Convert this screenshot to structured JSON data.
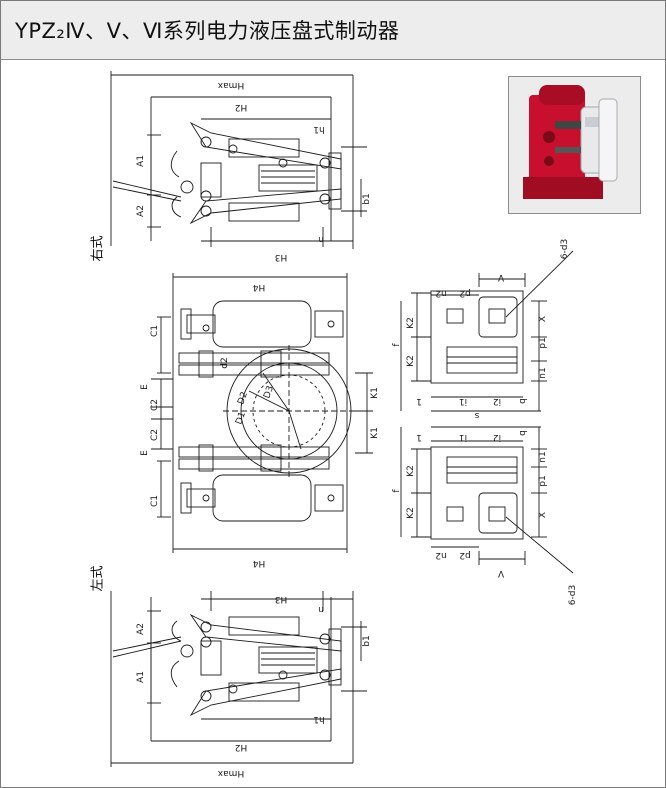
{
  "title": "YPZ₂Ⅳ、Ⅴ、Ⅵ系列电力液压盘式制动器",
  "side_labels": {
    "top": "右式",
    "bottom": "左式"
  },
  "top_view_dims": {
    "hmax": "Hmax",
    "h2": "H2",
    "h1": "h1",
    "a1": "A1",
    "a2": "A2",
    "b1": "b1",
    "n": "n",
    "h3": "H3"
  },
  "middle_view_dims": {
    "h4_top": "H4",
    "h4_bottom": "H4",
    "c1_top": "C1",
    "c1_bottom": "C1",
    "c2_top": "C2",
    "c2_bottom": "C2",
    "e_top": "E",
    "e_bottom": "E",
    "d1": "D1",
    "d2": "D2",
    "d3": "D3",
    "k1_top": "K1",
    "k1_bottom": "K1",
    "d2_small": "d2"
  },
  "bottom_view_dims": {
    "h3": "H3",
    "n": "n",
    "a2": "A2",
    "a1": "A1",
    "b1": "b1",
    "h1": "h1",
    "h2": "H2",
    "hmax": "Hmax"
  },
  "base_dims": {
    "top": {
      "v": "V",
      "n2": "n2",
      "p2": "p2",
      "x": "X",
      "k2a": "K2",
      "k2b": "K2",
      "p1": "p1",
      "f": "f",
      "n1": "n1",
      "i1": "i1",
      "i2": "i2",
      "q": "q",
      "one": "1",
      "s": "s",
      "d3": "6-d3"
    },
    "bottom": {
      "one": "1",
      "i1": "i1",
      "i2": "i2",
      "q": "q",
      "n1": "n1",
      "k2a": "K2",
      "k2b": "K2",
      "p1": "p1",
      "f": "f",
      "x": "X",
      "n2": "n2",
      "p2": "p2",
      "v": "V",
      "d3": "6-d3"
    }
  },
  "colors": {
    "line": "#1a1a1a",
    "header_bg": "#ededed",
    "brake_red": "#c8102e"
  }
}
